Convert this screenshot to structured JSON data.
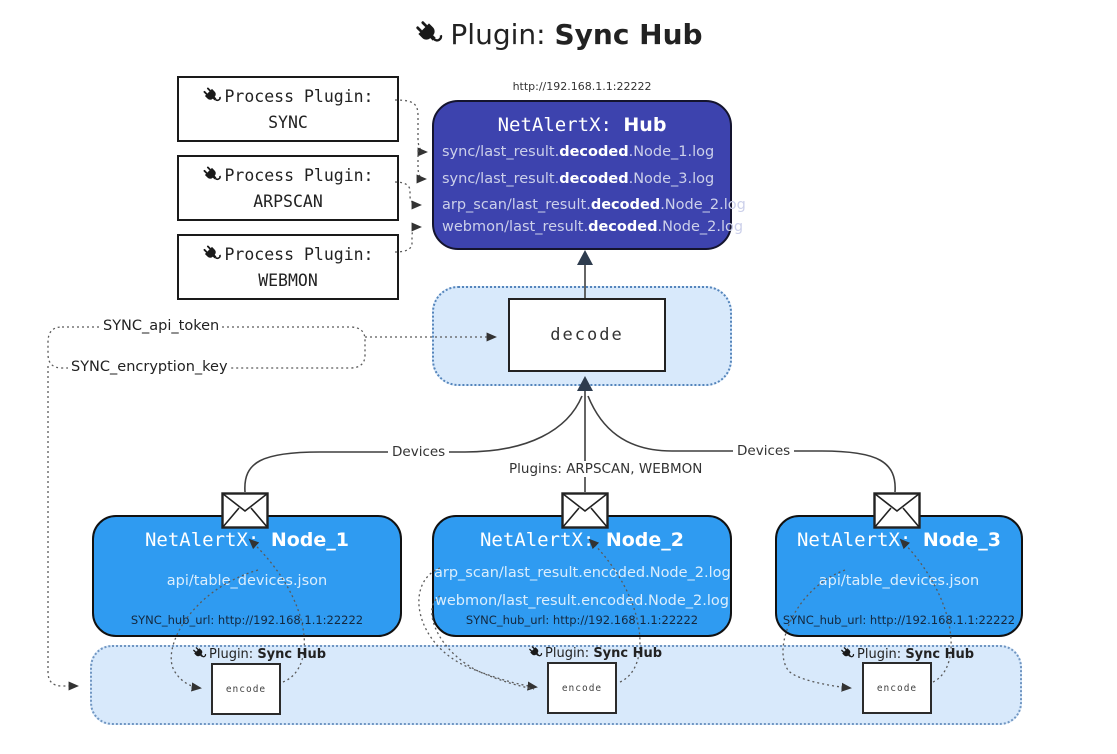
{
  "title": {
    "icon": "plug-icon",
    "prefix": "Plugin: ",
    "name": "Sync Hub"
  },
  "process_plugins": [
    {
      "label": "Process Plugin:",
      "name": "SYNC"
    },
    {
      "label": "Process Plugin:",
      "name": "ARPSCAN"
    },
    {
      "label": "Process Plugin:",
      "name": "WEBMON"
    }
  ],
  "hub": {
    "url": "http://192.168.1.1:22222",
    "app": "NetAlertX: ",
    "name": "Hub",
    "logs": [
      {
        "pre": "sync/last_result.",
        "bold": "decoded",
        "post": ".Node_1.log"
      },
      {
        "pre": "sync/last_result.",
        "bold": "decoded",
        "post": ".Node_3.log"
      },
      {
        "pre": "arp_scan/last_result.",
        "bold": "decoded",
        "post": ".Node_2.log"
      },
      {
        "pre": "webmon/last_result.",
        "bold": "decoded",
        "post": ".Node_2.log"
      }
    ]
  },
  "decode": {
    "label": "decode"
  },
  "tokens": {
    "api_token": "SYNC_api_token",
    "encryption_key": "SYNC_encryption_key"
  },
  "edges": {
    "devices_left": "Devices",
    "devices_right": "Devices",
    "plugins_mid": "Plugins: ARPSCAN, WEBMON"
  },
  "nodes": [
    {
      "app": "NetAlertX: ",
      "name": "Node_1",
      "lines": [
        "api/table_devices.json"
      ],
      "hub_url": "SYNC_hub_url: http://192.168.1.1:22222"
    },
    {
      "app": "NetAlertX: ",
      "name": "Node_2",
      "lines": [
        "arp_scan/last_result.encoded.Node_2.log",
        "webmon/last_result.encoded.Node_2.log"
      ],
      "hub_url": "SYNC_hub_url: http://192.168.1.1:22222"
    },
    {
      "app": "NetAlertX: ",
      "name": "Node_3",
      "lines": [
        "api/table_devices.json"
      ],
      "hub_url": "SYNC_hub_url: http://192.168.1.1:22222"
    }
  ],
  "band": {
    "plugin_label": "Plugin: ",
    "plugin_name": "Sync Hub",
    "encode_label": "encode"
  },
  "colors": {
    "hub_fill": "#3d43ae",
    "node_fill": "#2f9bf1",
    "light_band_fill": "#d8e9fb",
    "decode_band_border": "#5585bb",
    "bottom_band_border": "#7096c2",
    "hub_log_text": "#ccd0ea",
    "node_line_text": "#dbeefd",
    "connector": "#3f3f3f"
  }
}
